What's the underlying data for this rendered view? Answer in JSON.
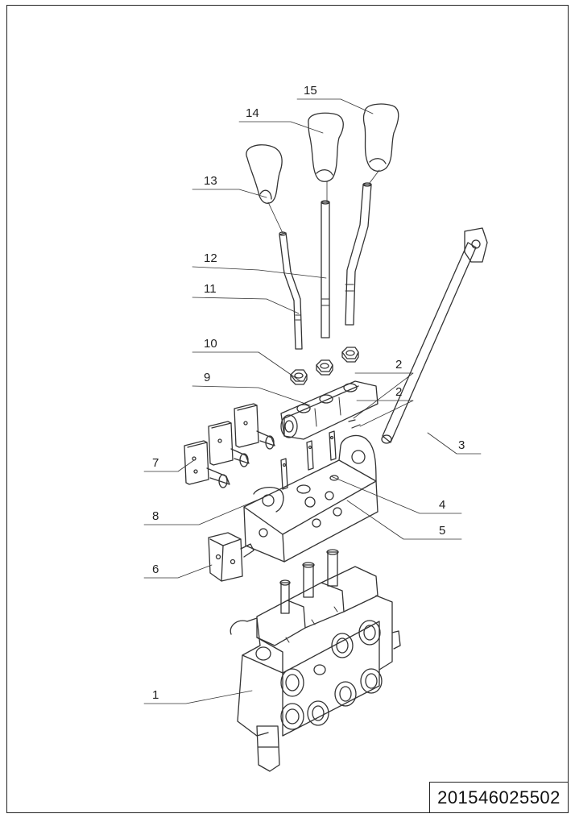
{
  "drawing": {
    "number": "201546025502",
    "callouts": [
      "1",
      "2",
      "2",
      "3",
      "4",
      "5",
      "6",
      "7",
      "8",
      "9",
      "10",
      "11",
      "12",
      "13",
      "14",
      "15"
    ]
  }
}
